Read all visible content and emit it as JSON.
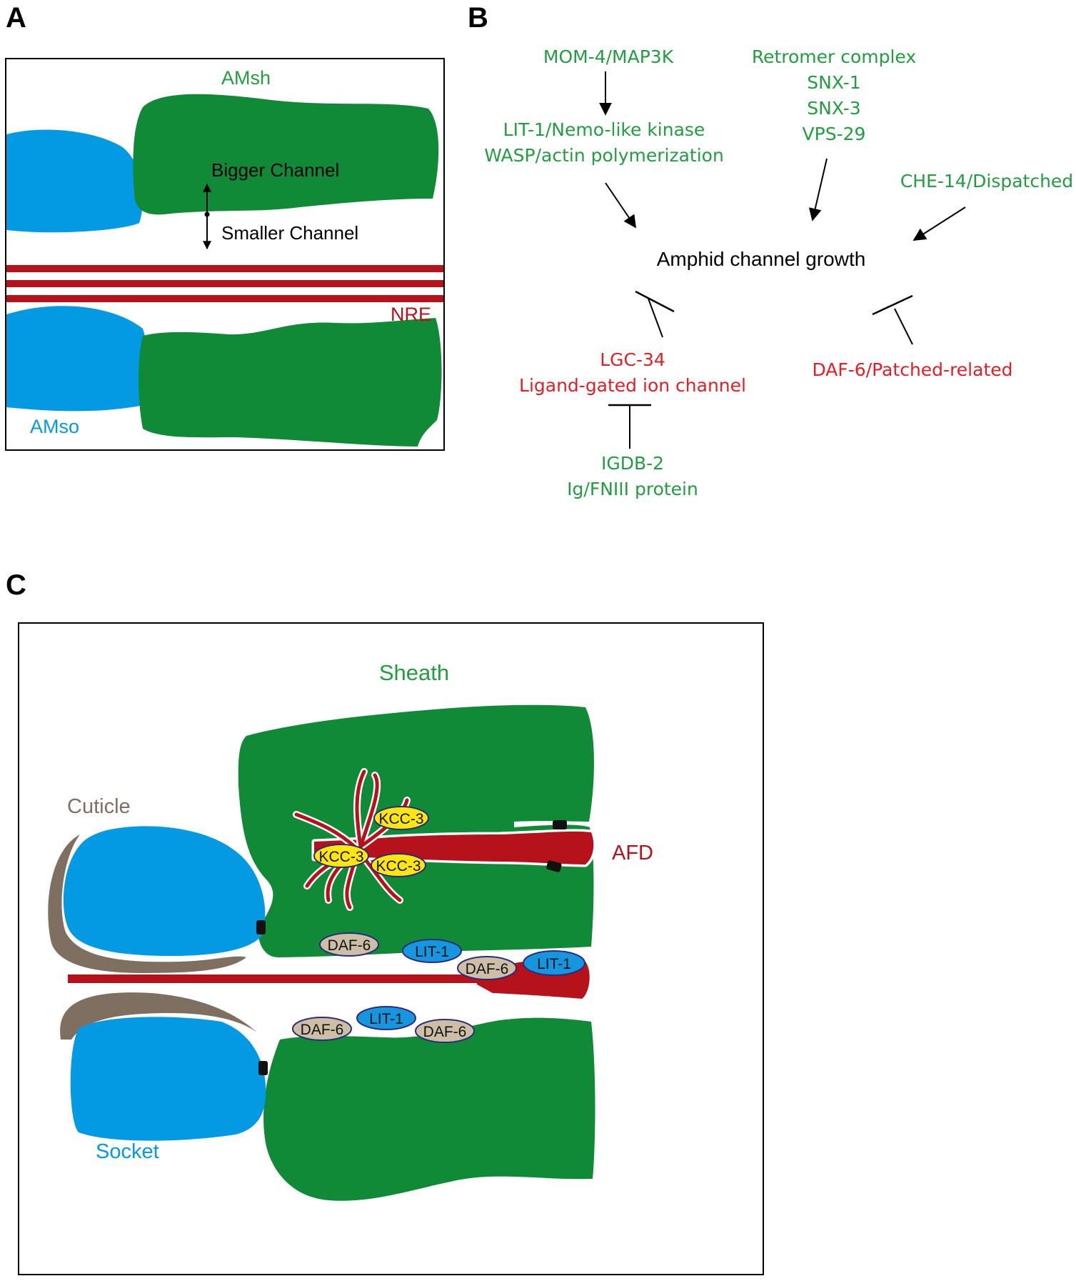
{
  "panels": {
    "a": {
      "letter": "A",
      "sheath_label": "AMsh",
      "socket_label": "AMso",
      "nre_label": "NRE",
      "bigger_label": "Bigger Channel",
      "smaller_label": "Smaller Channel"
    },
    "b": {
      "letter": "B",
      "center": "Amphid channel growth",
      "mom4": "MOM-4/MAP3K",
      "lit1_a": "LIT-1/Nemo-like kinase",
      "lit1_b": "WASP/actin polymerization",
      "retromer_a": "Retromer complex",
      "retromer_b": "SNX-1",
      "retromer_c": "SNX-3",
      "retromer_d": "VPS-29",
      "che14": "CHE-14/Dispatched",
      "lgc34_a": "LGC-34",
      "lgc34_b": "Ligand-gated ion channel",
      "daf6": "DAF-6/Patched-related",
      "igdb2_a": "IGDB-2",
      "igdb2_b": "Ig/FNIII protein"
    },
    "c": {
      "letter": "C",
      "sheath_label": "Sheath",
      "cuticle_label": "Cuticle",
      "afd_label": "AFD",
      "socket_label": "Socket",
      "kcc3": "KCC-3",
      "daf6": "DAF-6",
      "lit1": "LIT-1"
    }
  },
  "colors": {
    "green_cell": "#118a38",
    "blue_cell": "#0399e3",
    "red": "#b5121b",
    "green_text": "#229d3f",
    "red_text": "#e31e24",
    "cuticle": "#7f6f60",
    "kcc3": "#fde610",
    "daf6": "#cdbfa6",
    "lit1": "#1696de",
    "outline": "#2b2a7e"
  }
}
